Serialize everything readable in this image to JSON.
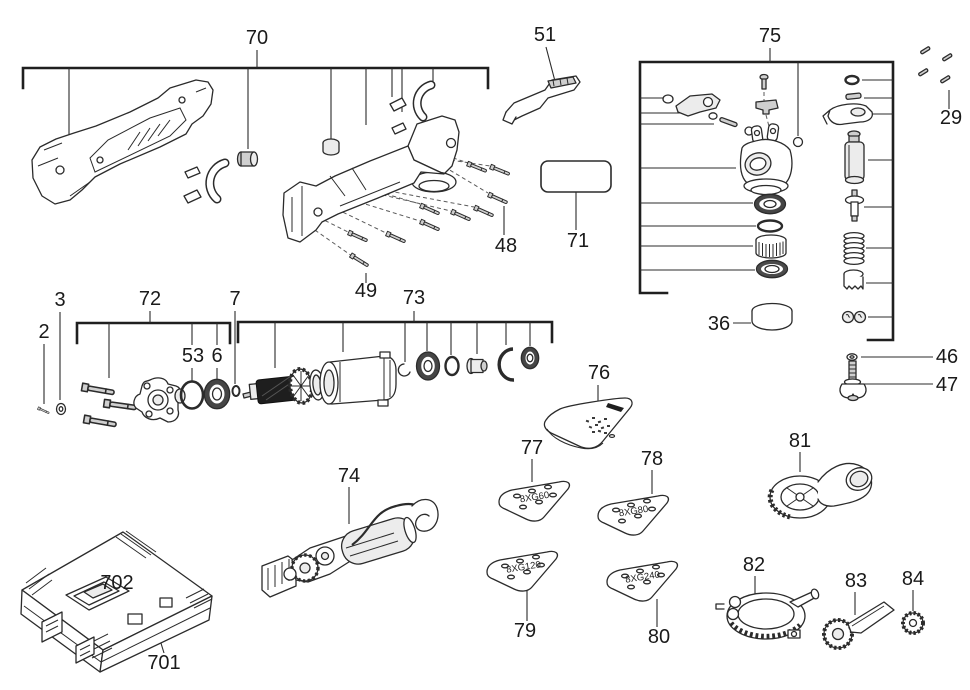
{
  "labels": {
    "n2": "2",
    "n3": "3",
    "n6": "6",
    "n7": "7",
    "n29": "29",
    "n36": "36",
    "n46": "46",
    "n47": "47",
    "n48": "48",
    "n49": "49",
    "n51": "51",
    "n53": "53",
    "n70": "70",
    "n71": "71",
    "n72": "72",
    "n73": "73",
    "n74": "74",
    "n75": "75",
    "n76": "76",
    "n77": "77",
    "n78": "78",
    "n79": "79",
    "n80": "80",
    "n81": "81",
    "n82": "82",
    "n83": "83",
    "n84": "84",
    "n701": "701",
    "n702": "702"
  },
  "pad_prints": {
    "p77": "8XG60",
    "p78": "8XG80",
    "p79": "8XG120",
    "p80": "8XG240"
  },
  "colors": {
    "background": "#ffffff",
    "line": "#2b2b2b",
    "dark_fill": "#1e1e1e",
    "metal_fill": "#cfcfcf"
  }
}
